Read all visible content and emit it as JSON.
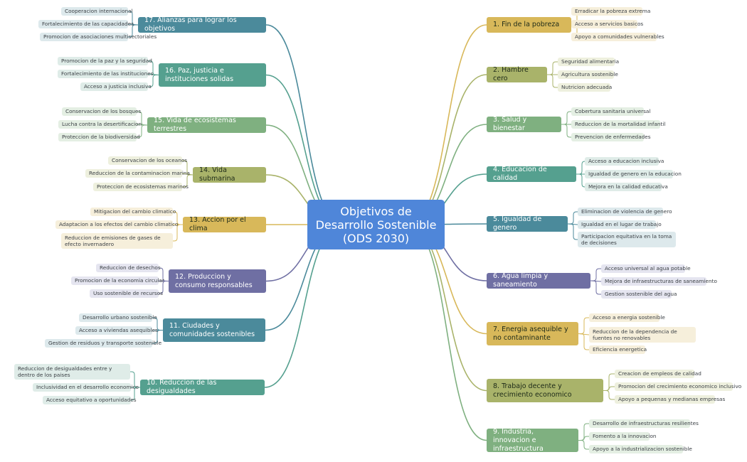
{
  "central": {
    "title": "Objetivos de Desarrollo Sostenible (ODS 2030)",
    "color": "#4f86d9"
  },
  "branches": [
    {
      "label": "1. Fin de la pobreza",
      "color": "#d8b85a",
      "leafBg": "#f6efdb",
      "leaves": [
        "Erradicar la pobreza extrema",
        "Acceso a servicios basicos",
        "Apoyo a comunidades vulnerables"
      ]
    },
    {
      "label": "2. Hambre cero",
      "color": "#a9b36a",
      "leafBg": "#eef0de",
      "leaves": [
        "Seguridad alimentaria",
        "Agricultura sostenible",
        "Nutricion adecuada"
      ]
    },
    {
      "label": "3. Salud y bienestar",
      "color": "#7fb080",
      "leafBg": "#e4efe3",
      "leaves": [
        "Cobertura sanitaria universal",
        "Reduccion de la mortalidad infantil",
        "Prevencion de enfermedades"
      ]
    },
    {
      "label": "4. Educacion de calidad",
      "color": "#55a08f",
      "leafBg": "#dfece8",
      "leaves": [
        "Acceso a educacion inclusiva",
        "Igualdad de genero en la educacion",
        "Mejora en la calidad educativa"
      ]
    },
    {
      "label": "5. Igualdad de genero",
      "color": "#4b8a9b",
      "leafBg": "#dde9ec",
      "leaves": [
        "Eliminacion de violencia de genero",
        "Igualdad en el lugar de trabajo",
        "Participacion equitativa en la toma de decisiones"
      ]
    },
    {
      "label": "6. Agua limpia y saneamiento",
      "color": "#6f6fa3",
      "leafBg": "#e5e5f0",
      "leaves": [
        "Acceso universal al agua potable",
        "Mejora de infraestructuras de saneamiento",
        "Gestion sostenible del agua"
      ]
    },
    {
      "label": "7. Energia asequible y no contaminante",
      "color": "#d8b85a",
      "leafBg": "#f6efdb",
      "leaves": [
        "Acceso a energia sostenible",
        "Reduccion de la dependencia de fuentes no renovables",
        "Eficiencia energetica"
      ]
    },
    {
      "label": "8. Trabajo decente y crecimiento economico",
      "color": "#a9b36a",
      "leafBg": "#eef0de",
      "leaves": [
        "Creacion de empleos de calidad",
        "Promocion del crecimiento economico inclusivo",
        "Apoyo a pequenas y medianas empresas"
      ]
    },
    {
      "label": "9. Industria, innovacion e infraestructura",
      "color": "#7fb080",
      "leafBg": "#e4efe3",
      "leaves": [
        "Desarrollo de infraestructuras resilientes",
        "Fomento a la innovacion",
        "Apoyo a la industrializacion sostenible"
      ]
    },
    {
      "label": "10. Reduccion de las desigualdades",
      "color": "#55a08f",
      "leafBg": "#dfece8",
      "leaves": [
        "Reduccion de desigualdades entre y dentro de los paises",
        "Inclusividad en el desarrollo economico",
        "Acceso equitativo a oportunidades"
      ]
    },
    {
      "label": "11. Ciudades y comunidades sostenibles",
      "color": "#4b8a9b",
      "leafBg": "#dde9ec",
      "leaves": [
        "Desarrollo urbano sostenible",
        "Acceso a viviendas asequibles",
        "Gestion de residuos y transporte sostenible"
      ]
    },
    {
      "label": "12. Produccion y consumo responsables",
      "color": "#6f6fa3",
      "leafBg": "#e5e5f0",
      "leaves": [
        "Reduccion de desechos",
        "Promocion de la economia circular",
        "Uso sostenible de recursos"
      ]
    },
    {
      "label": "13. Accion por el clima",
      "color": "#d8b85a",
      "leafBg": "#f6efdb",
      "leaves": [
        "Mitigacion del cambio climatico",
        "Adaptacion a los efectos del cambio climatico",
        "Reduccion de emisiones de gases de efecto invernadero"
      ]
    },
    {
      "label": "14. Vida submarina",
      "color": "#a9b36a",
      "leafBg": "#eef0de",
      "leaves": [
        "Conservacion de los oceanos",
        "Reduccion de la contaminacion marina",
        "Proteccion de ecosistemas marinos"
      ]
    },
    {
      "label": "15. Vida de ecosistemas terrestres",
      "color": "#7fb080",
      "leafBg": "#e4efe3",
      "leaves": [
        "Conservacion de los bosques",
        "Lucha contra la desertificacion",
        "Proteccion de la biodiversidad"
      ]
    },
    {
      "label": "16. Paz, justicia e instituciones solidas",
      "color": "#55a08f",
      "leafBg": "#dfece8",
      "leaves": [
        "Promocion de la paz y la seguridad",
        "Fortalecimiento de las instituciones",
        "Acceso a justicia inclusiva"
      ]
    },
    {
      "label": "17. Alianzas para lograr los objetivos",
      "color": "#4b8a9b",
      "leafBg": "#dde9ec",
      "leaves": [
        "Cooperacion internacional",
        "Fortalecimiento de las capacidades",
        "Promocion de asociaciones multisectoriales"
      ]
    }
  ]
}
